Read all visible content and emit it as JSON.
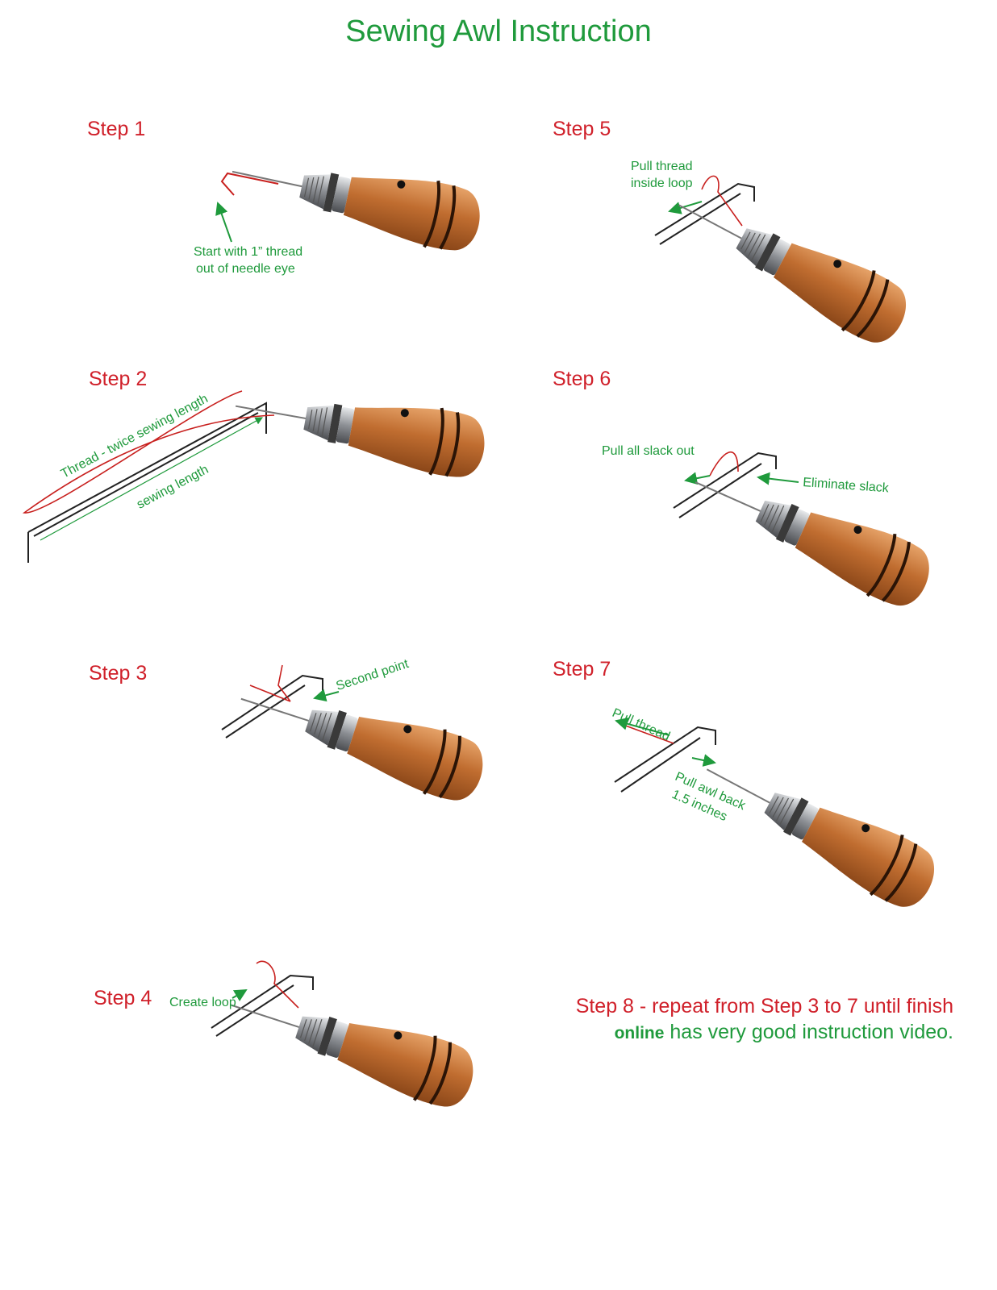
{
  "title": "Sewing Awl Instruction",
  "colors": {
    "title": "#1f9a3c",
    "step_label": "#d0202a",
    "note": "#1f9a3c",
    "thread": "#c8201e",
    "wood": "#b8652b",
    "chrome": "#8c8f94"
  },
  "steps": [
    {
      "label": "Step 1",
      "notes": [
        "Start with 1” thread",
        "out of needle eye"
      ]
    },
    {
      "label": "Step 2",
      "notes": [
        "Thread - twice sewing length",
        "sewing length"
      ]
    },
    {
      "label": "Step 3",
      "notes": [
        "Second point"
      ]
    },
    {
      "label": "Step 4",
      "notes": [
        "Create loop"
      ]
    },
    {
      "label": "Step 5",
      "notes": [
        "Pull thread",
        "inside loop"
      ]
    },
    {
      "label": "Step 6",
      "notes": [
        "Pull all slack out",
        "Eliminate slack"
      ]
    },
    {
      "label": "Step 7",
      "notes": [
        "Pull thread",
        "Pull awl back",
        "1.5 inches"
      ]
    }
  ],
  "final": {
    "line1": "Step 8 - repeat from Step 3 to 7 until finish",
    "line2_strong": "online",
    "line2_rest": " has very good instruction video."
  },
  "icons": [
    "sewing-awl-icon",
    "leather-edge-icon",
    "thread-icon",
    "arrow-icon"
  ]
}
